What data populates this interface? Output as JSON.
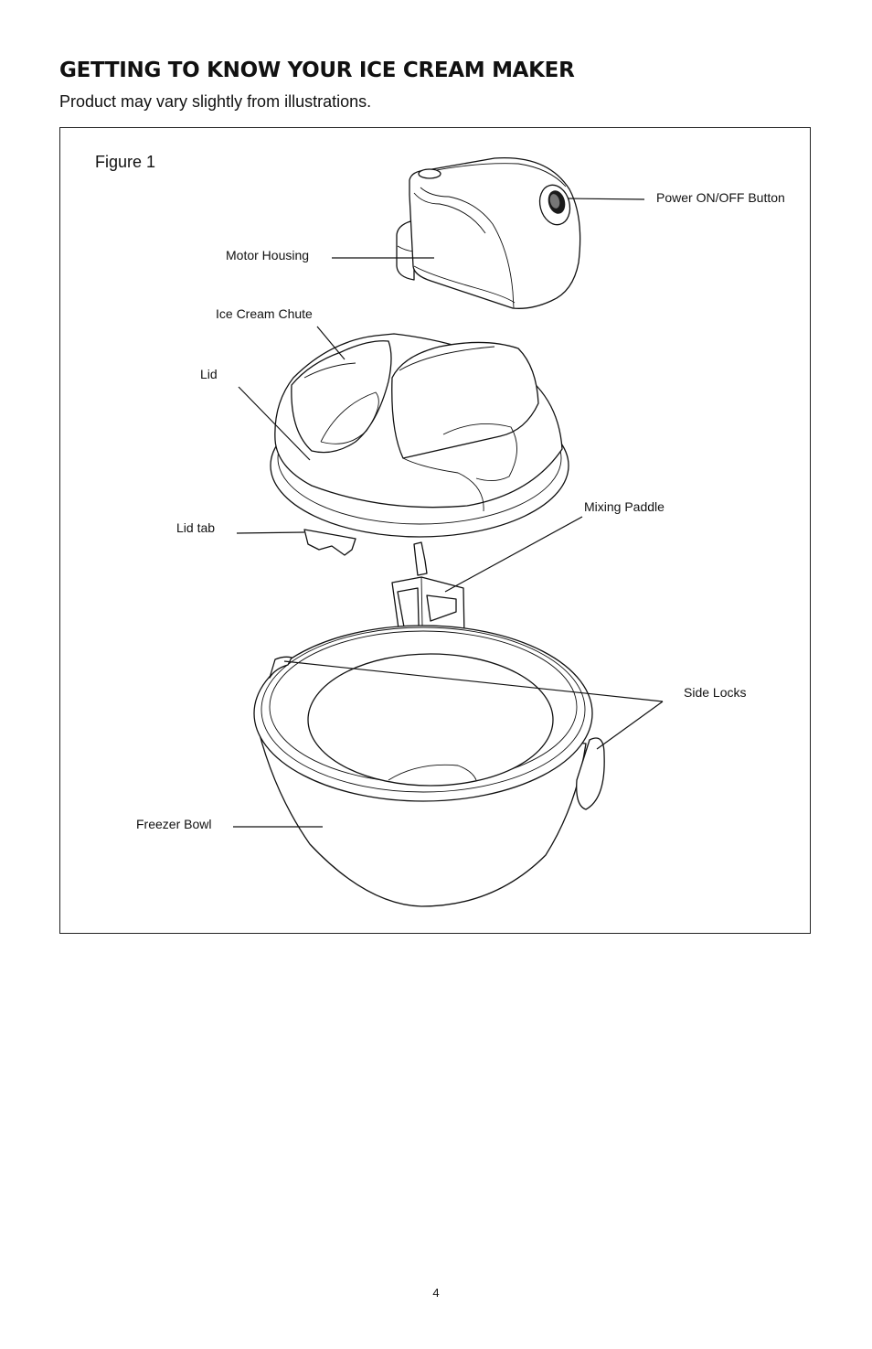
{
  "header": {
    "title": "GETTING TO KNOW YOUR ICE CREAM MAKER",
    "subtitle": "Product may vary slightly from illustrations."
  },
  "figure": {
    "label": "Figure 1",
    "callouts": {
      "power_button": "Power ON/OFF Button",
      "motor_housing": "Motor Housing",
      "ice_cream_chute": "Ice Cream Chute",
      "lid": "Lid",
      "lid_tab": "Lid tab",
      "mixing_paddle": "Mixing Paddle",
      "side_locks": "Side Locks",
      "freezer_bowl": "Freezer Bowl"
    }
  },
  "footer": {
    "page_number": "4"
  }
}
